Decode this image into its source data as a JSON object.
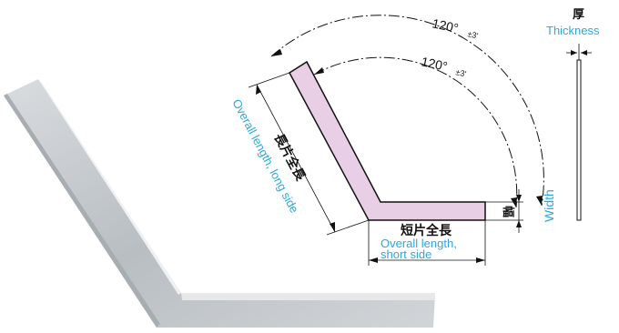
{
  "thickness": {
    "label_jp": "厚",
    "label_en": "Thickness"
  },
  "width": {
    "label_jp": "幅",
    "label_en": "Width"
  },
  "short_side": {
    "label_jp": "短片全長",
    "label_en_line1": "Overall length,",
    "label_en_line2": "short side"
  },
  "long_side": {
    "label_jp": "長片全長",
    "label_en": "Overall length, long side"
  },
  "outer_angle": {
    "value": "120°",
    "tolerance": "±3'"
  },
  "inner_angle": {
    "value": "120°",
    "tolerance": "±3'"
  },
  "colors": {
    "fill_pink": "#e9cfe6",
    "label_blue": "#2aa9dd",
    "ink": "#111111",
    "metal": "#c9cdd0"
  }
}
